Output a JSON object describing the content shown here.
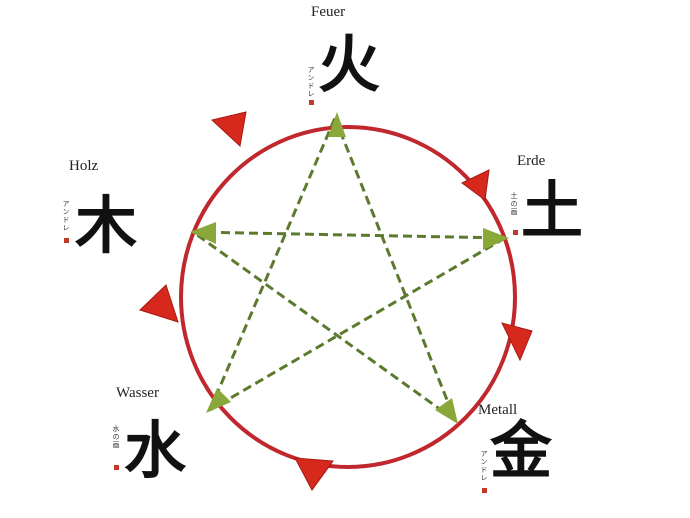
{
  "elements": [
    {
      "id": "fire",
      "label": "Feuer",
      "character": "火"
    },
    {
      "id": "earth",
      "label": "Erde",
      "character": "土"
    },
    {
      "id": "metal",
      "label": "Metall",
      "character": "金"
    },
    {
      "id": "water",
      "label": "Wasser",
      "character": "水"
    },
    {
      "id": "wood",
      "label": "Holz",
      "character": "木"
    }
  ],
  "colors": {
    "circle": "#c0282d",
    "circle_arrow": "#d7281e",
    "star_line": "#5c7a2e",
    "star_arrow": "#8aa83a"
  }
}
